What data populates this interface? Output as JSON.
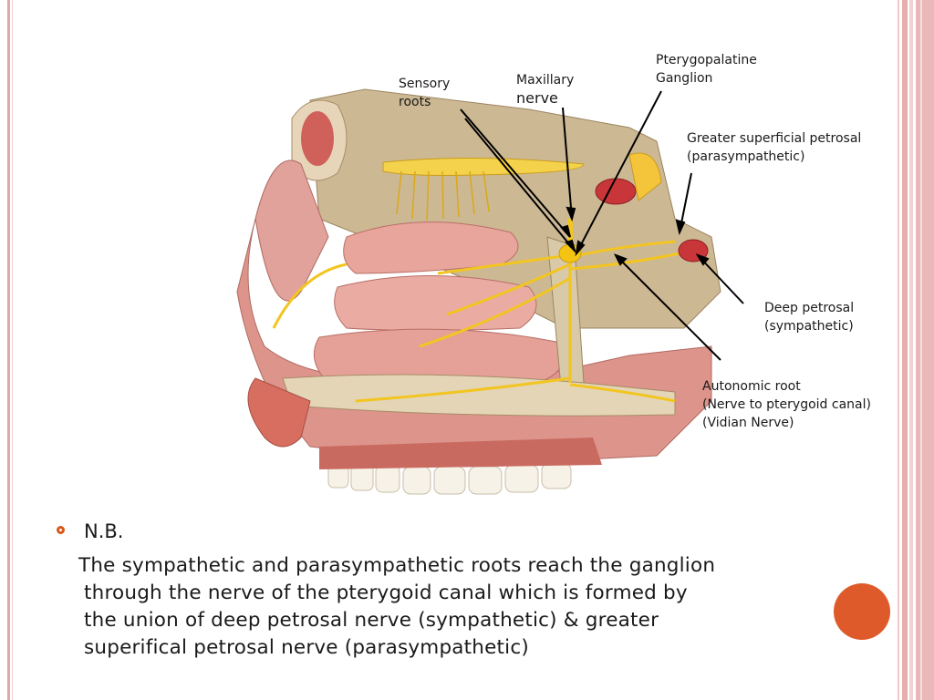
{
  "labels": {
    "sensory_roots": [
      "Sensory",
      "roots"
    ],
    "maxillary_nerve": [
      "Maxillary",
      "nerve"
    ],
    "pterygopalatine_ganglion": [
      "Pterygopalatine",
      "Ganglion"
    ],
    "greater_superficial_petrosal": [
      "Greater superficial petrosal",
      "(parasympathetic)"
    ],
    "deep_petrosal": [
      "Deep petrosal",
      "(sympathetic)"
    ],
    "autonomic_root": [
      "Autonomic root",
      "(Nerve to pterygoid canal)",
      "(Vidian Nerve)"
    ]
  },
  "bullet": {
    "heading": "N.B.",
    "lines": [
      "The sympathetic and parasympathetic roots reach the ganglion",
      "through the nerve of the pterygoid canal which is formed by",
      "the union of deep petrosal nerve (sympathetic) & greater",
      "superifical petrosal nerve (parasympathetic)"
    ]
  },
  "colors": {
    "accent": "#df5a2a",
    "frame": "#e6aeae",
    "nerve": "#f2c520",
    "tissue": "#d98a82",
    "bone": "#e8dcc2"
  }
}
